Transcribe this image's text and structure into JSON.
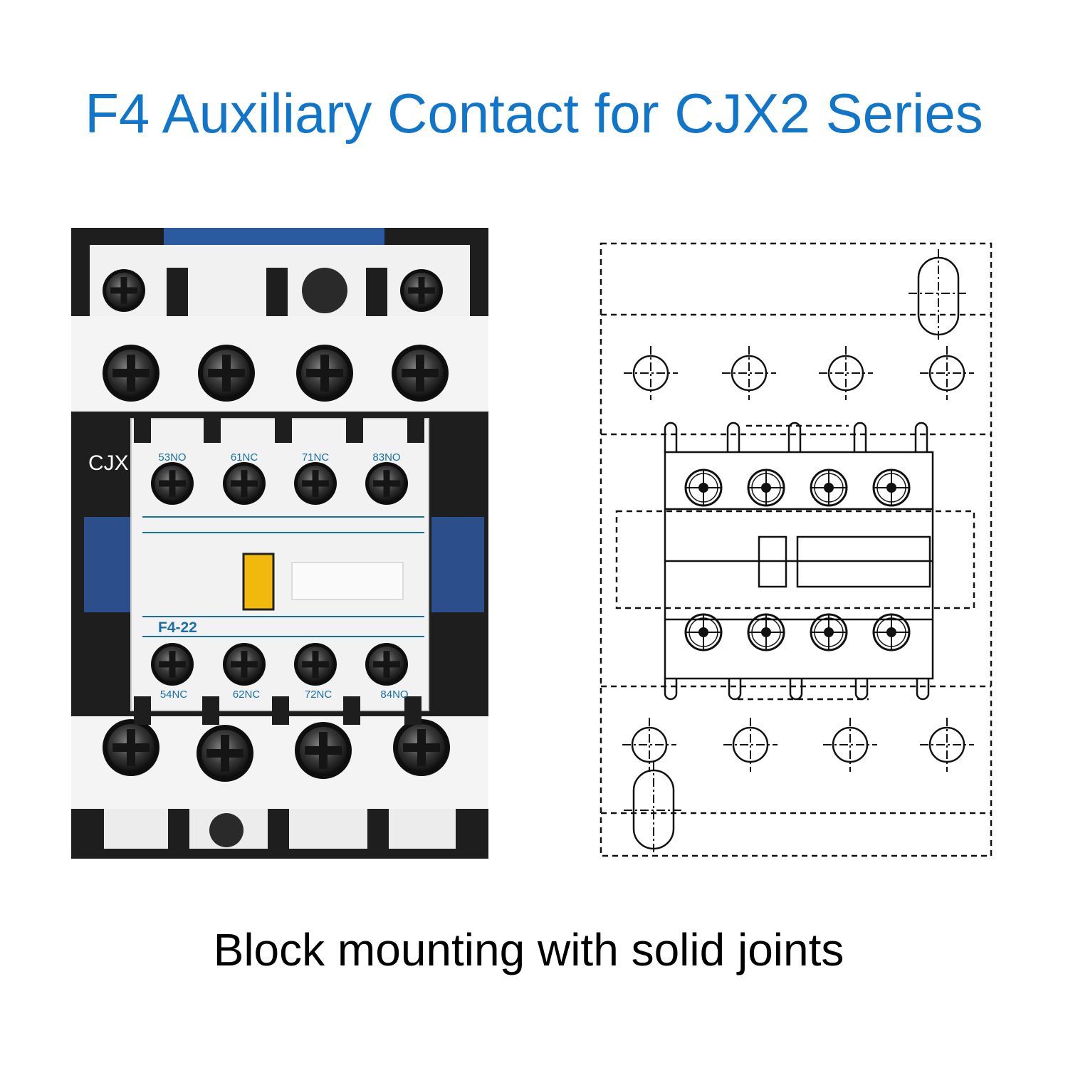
{
  "title": "F4 Auxiliary Contact for CJX2 Series",
  "caption": "Block mounting with solid joints",
  "contactor": {
    "body_label": "CJX",
    "model_label": "F4-22",
    "top_terminals": [
      "53NO",
      "61NC",
      "71NC",
      "83NO"
    ],
    "bottom_terminals": [
      "54NC",
      "62NC",
      "72NC",
      "84NO"
    ]
  },
  "colors": {
    "title": "#1176c9",
    "label": "#1a6fa3",
    "contactor_body": "#1e1e1e",
    "contactor_blue": "#2c4f8c",
    "module_face": "#f2f2f2",
    "indicator": "#f2b90d"
  },
  "icons": {
    "terminal_screw": "phillips-screw-icon",
    "indicator_window": "status-indicator-icon",
    "drawing_hole": "mounting-hole-crosshair-icon"
  }
}
